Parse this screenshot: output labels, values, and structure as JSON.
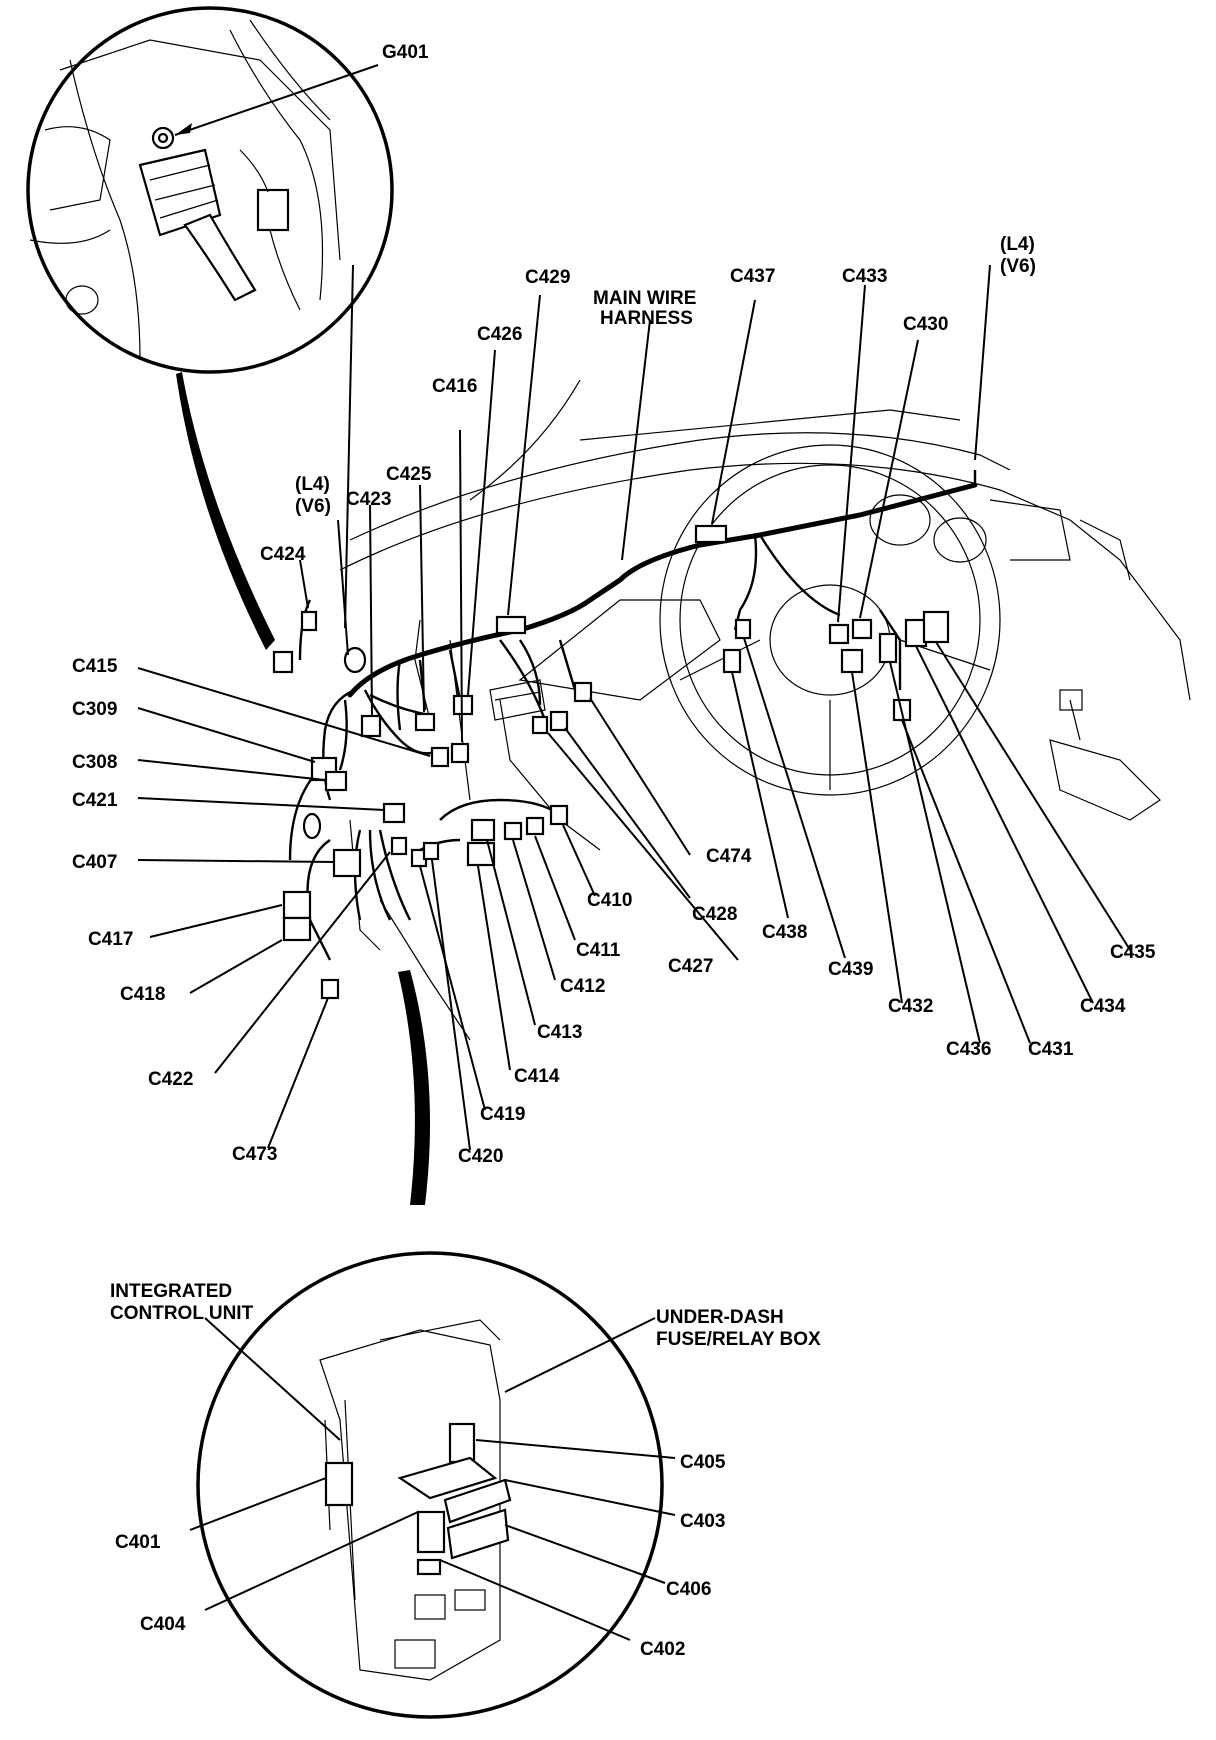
{
  "labels": {
    "g401": "G401",
    "l4_top": "(L4)",
    "v6_top": "(V6)",
    "l4_left": "(L4)",
    "v6_left": "(V6)",
    "main_wire_1": "MAIN WIRE",
    "main_wire_2": "HARNESS",
    "c429": "C429",
    "c437": "C437",
    "c433": "C433",
    "c430": "C430",
    "c426": "C426",
    "c416": "C416",
    "c425": "C425",
    "c423": "C423",
    "c424": "C424",
    "c415": "C415",
    "c309": "C309",
    "c308": "C308",
    "c421": "C421",
    "c407": "C407",
    "c417": "C417",
    "c418": "C418",
    "c422": "C422",
    "c473": "C473",
    "c474": "C474",
    "c410": "C410",
    "c428": "C428",
    "c411": "C411",
    "c412": "C412",
    "c427": "C427",
    "c413": "C413",
    "c414": "C414",
    "c419": "C419",
    "c420": "C420",
    "c438": "C438",
    "c439": "C439",
    "c432": "C432",
    "c436": "C436",
    "c431": "C431",
    "c434": "C434",
    "c435": "C435",
    "icu_1": "INTEGRATED",
    "icu_2": "CONTROL UNIT",
    "udf_1": "UNDER-DASH",
    "udf_2": "FUSE/RELAY BOX",
    "c405": "C405",
    "c403": "C403",
    "c401": "C401",
    "c406": "C406",
    "c404": "C404",
    "c402": "C402"
  }
}
